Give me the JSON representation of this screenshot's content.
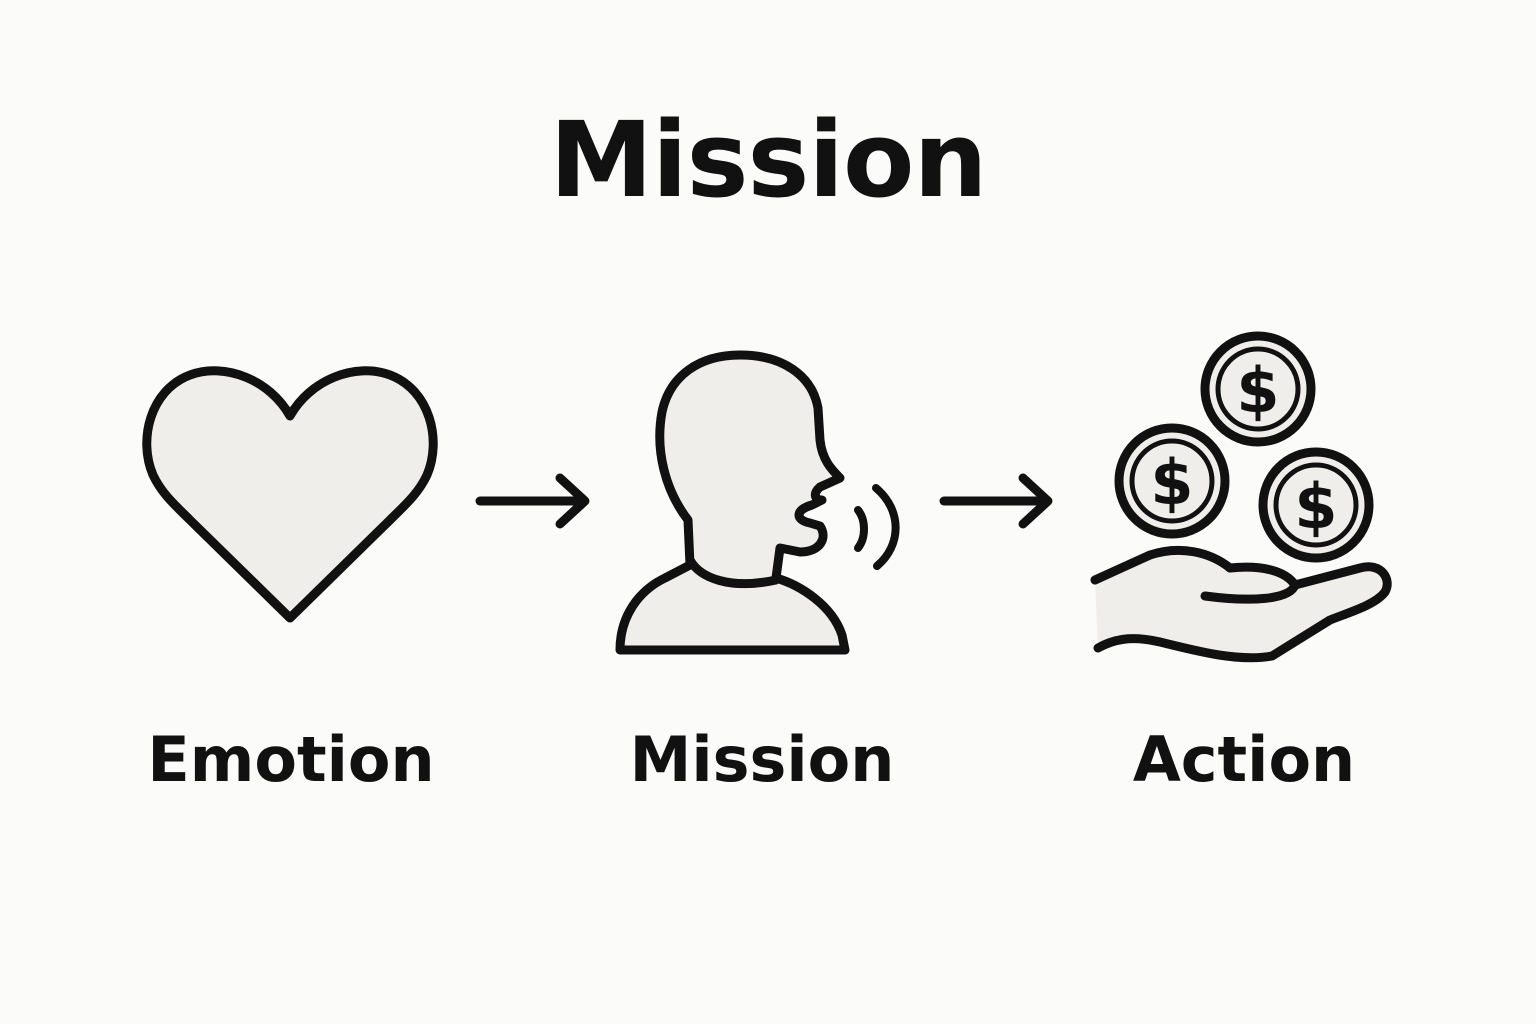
{
  "title": "Mission",
  "steps": [
    {
      "label": "Emotion",
      "icon": "heart-icon"
    },
    {
      "label": "Mission",
      "icon": "speaking-person-icon"
    },
    {
      "label": "Action",
      "icon": "hand-with-coins-icon"
    }
  ],
  "connectors": [
    "arrow-right-icon",
    "arrow-right-icon"
  ],
  "coin_symbol": "$",
  "colors": {
    "background": "#fbfbf9",
    "stroke": "#111111",
    "icon_fill": "#efeeea"
  }
}
